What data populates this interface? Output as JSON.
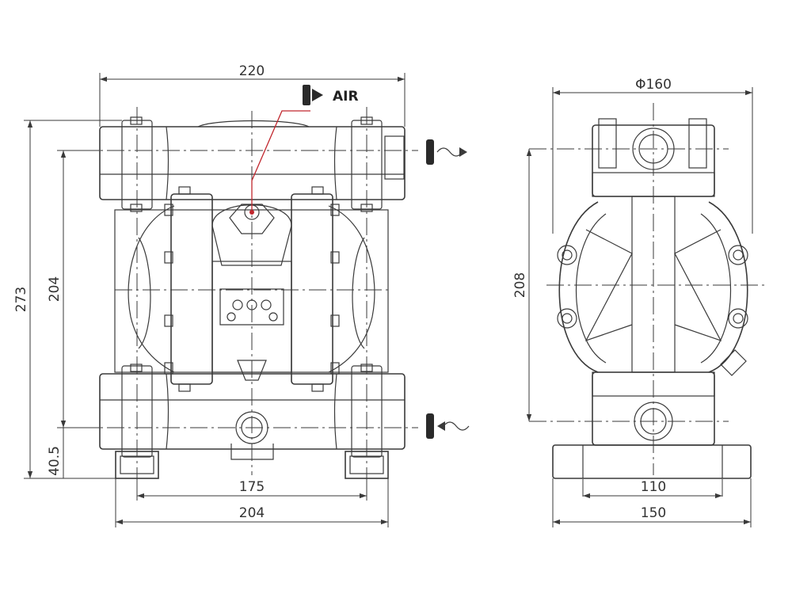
{
  "labels": {
    "front_top_width": "220",
    "total_height": "273",
    "port_spacing_height": "204",
    "base_offset": "40.5",
    "foot_spacing": "175",
    "base_width": "204",
    "air_label": "AIR",
    "side_diameter": "Φ160",
    "side_port_height": "208",
    "side_foot_spacing": "110",
    "side_base_width": "150"
  },
  "colors": {
    "line": "#3a3a3a",
    "air_leader": "#c0262d",
    "background": "#ffffff"
  },
  "icons": {
    "air_inlet": "muffler-icon",
    "outlet_top": "outlet-flow-icon",
    "inlet_bottom": "inlet-flow-icon"
  }
}
